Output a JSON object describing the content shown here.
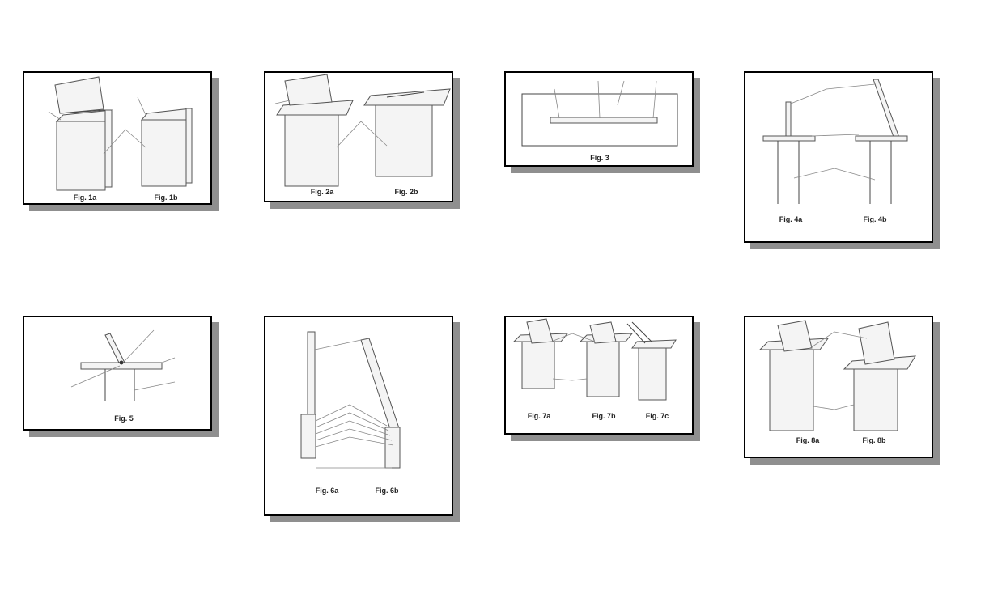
{
  "figures": [
    {
      "id": "p1",
      "captions": [
        "Fig. 1a",
        "Fig. 1b"
      ]
    },
    {
      "id": "p2",
      "captions": [
        "Fig. 2a",
        "Fig. 2b"
      ]
    },
    {
      "id": "p3",
      "captions": [
        "Fig. 3"
      ]
    },
    {
      "id": "p4",
      "captions": [
        "Fig. 4a",
        "Fig. 4b"
      ]
    },
    {
      "id": "p5",
      "captions": [
        "Fig. 5"
      ]
    },
    {
      "id": "p6",
      "captions": [
        "Fig. 6a",
        "Fig. 6b"
      ]
    },
    {
      "id": "p7",
      "captions": [
        "Fig. 7a",
        "Fig. 7b",
        "Fig. 7c"
      ]
    },
    {
      "id": "p8",
      "captions": [
        "Fig. 8a",
        "Fig. 8b"
      ]
    }
  ]
}
